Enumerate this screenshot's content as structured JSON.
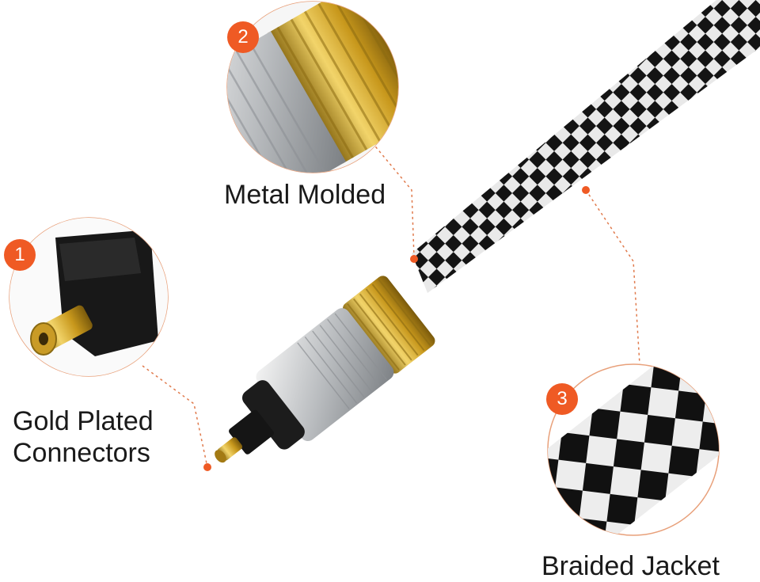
{
  "features": [
    {
      "number": "1",
      "label_line1": "Gold Plated",
      "label_line2": "Connectors"
    },
    {
      "number": "2",
      "label": "Metal Molded"
    },
    {
      "number": "3",
      "label": "Braided Jacket"
    }
  ],
  "colors": {
    "accent": "#ef5a24",
    "gold": "#d9b23a",
    "silver": "#c9cbcd",
    "connector_black": "#1b1b1b"
  }
}
